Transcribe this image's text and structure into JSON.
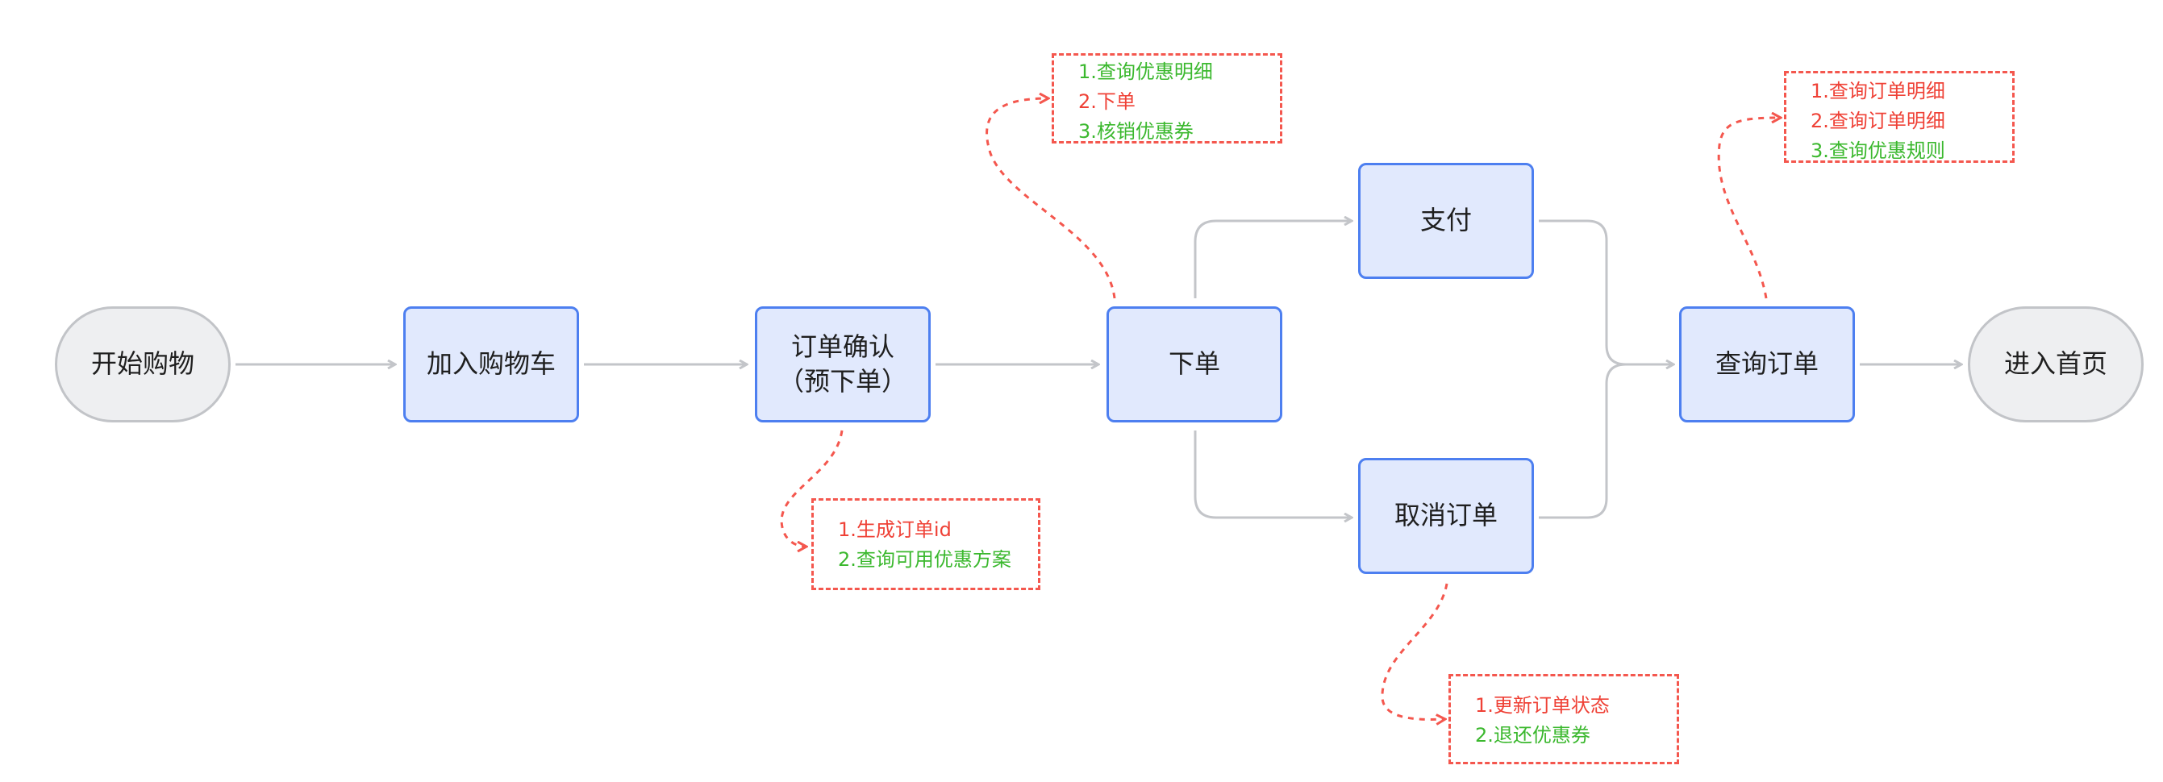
{
  "colors": {
    "process_fill": "#e1e9fd",
    "process_border": "#4d7ff0",
    "terminal_fill": "#eeeff1",
    "terminal_border": "#c2c4c8",
    "connector": "#c3c5c9",
    "note_border": "#f4574e",
    "note_red": "#ef4136",
    "note_green": "#3bb82e"
  },
  "nodes": {
    "start": "开始购物",
    "add_cart": "加入购物车",
    "confirm_line1": "订单确认",
    "confirm_line2": "（预下单）",
    "place_order": "下单",
    "pay": "支付",
    "cancel": "取消订单",
    "query": "查询订单",
    "home": "进入首页"
  },
  "notes": {
    "confirm": [
      {
        "text": "1.生成订单id",
        "color": "red"
      },
      {
        "text": "2.查询可用优惠方案",
        "color": "green"
      }
    ],
    "place_order": [
      {
        "text": "1.查询优惠明细",
        "color": "green"
      },
      {
        "text": "2.下单",
        "color": "red"
      },
      {
        "text": "3.核销优惠券",
        "color": "green"
      }
    ],
    "cancel": [
      {
        "text": "1.更新订单状态",
        "color": "red"
      },
      {
        "text": "2.退还优惠券",
        "color": "green"
      }
    ],
    "query": [
      {
        "text": "1.查询订单明细",
        "color": "red"
      },
      {
        "text": "2.查询订单明细",
        "color": "red"
      },
      {
        "text": "3.查询优惠规则",
        "color": "green"
      }
    ]
  }
}
